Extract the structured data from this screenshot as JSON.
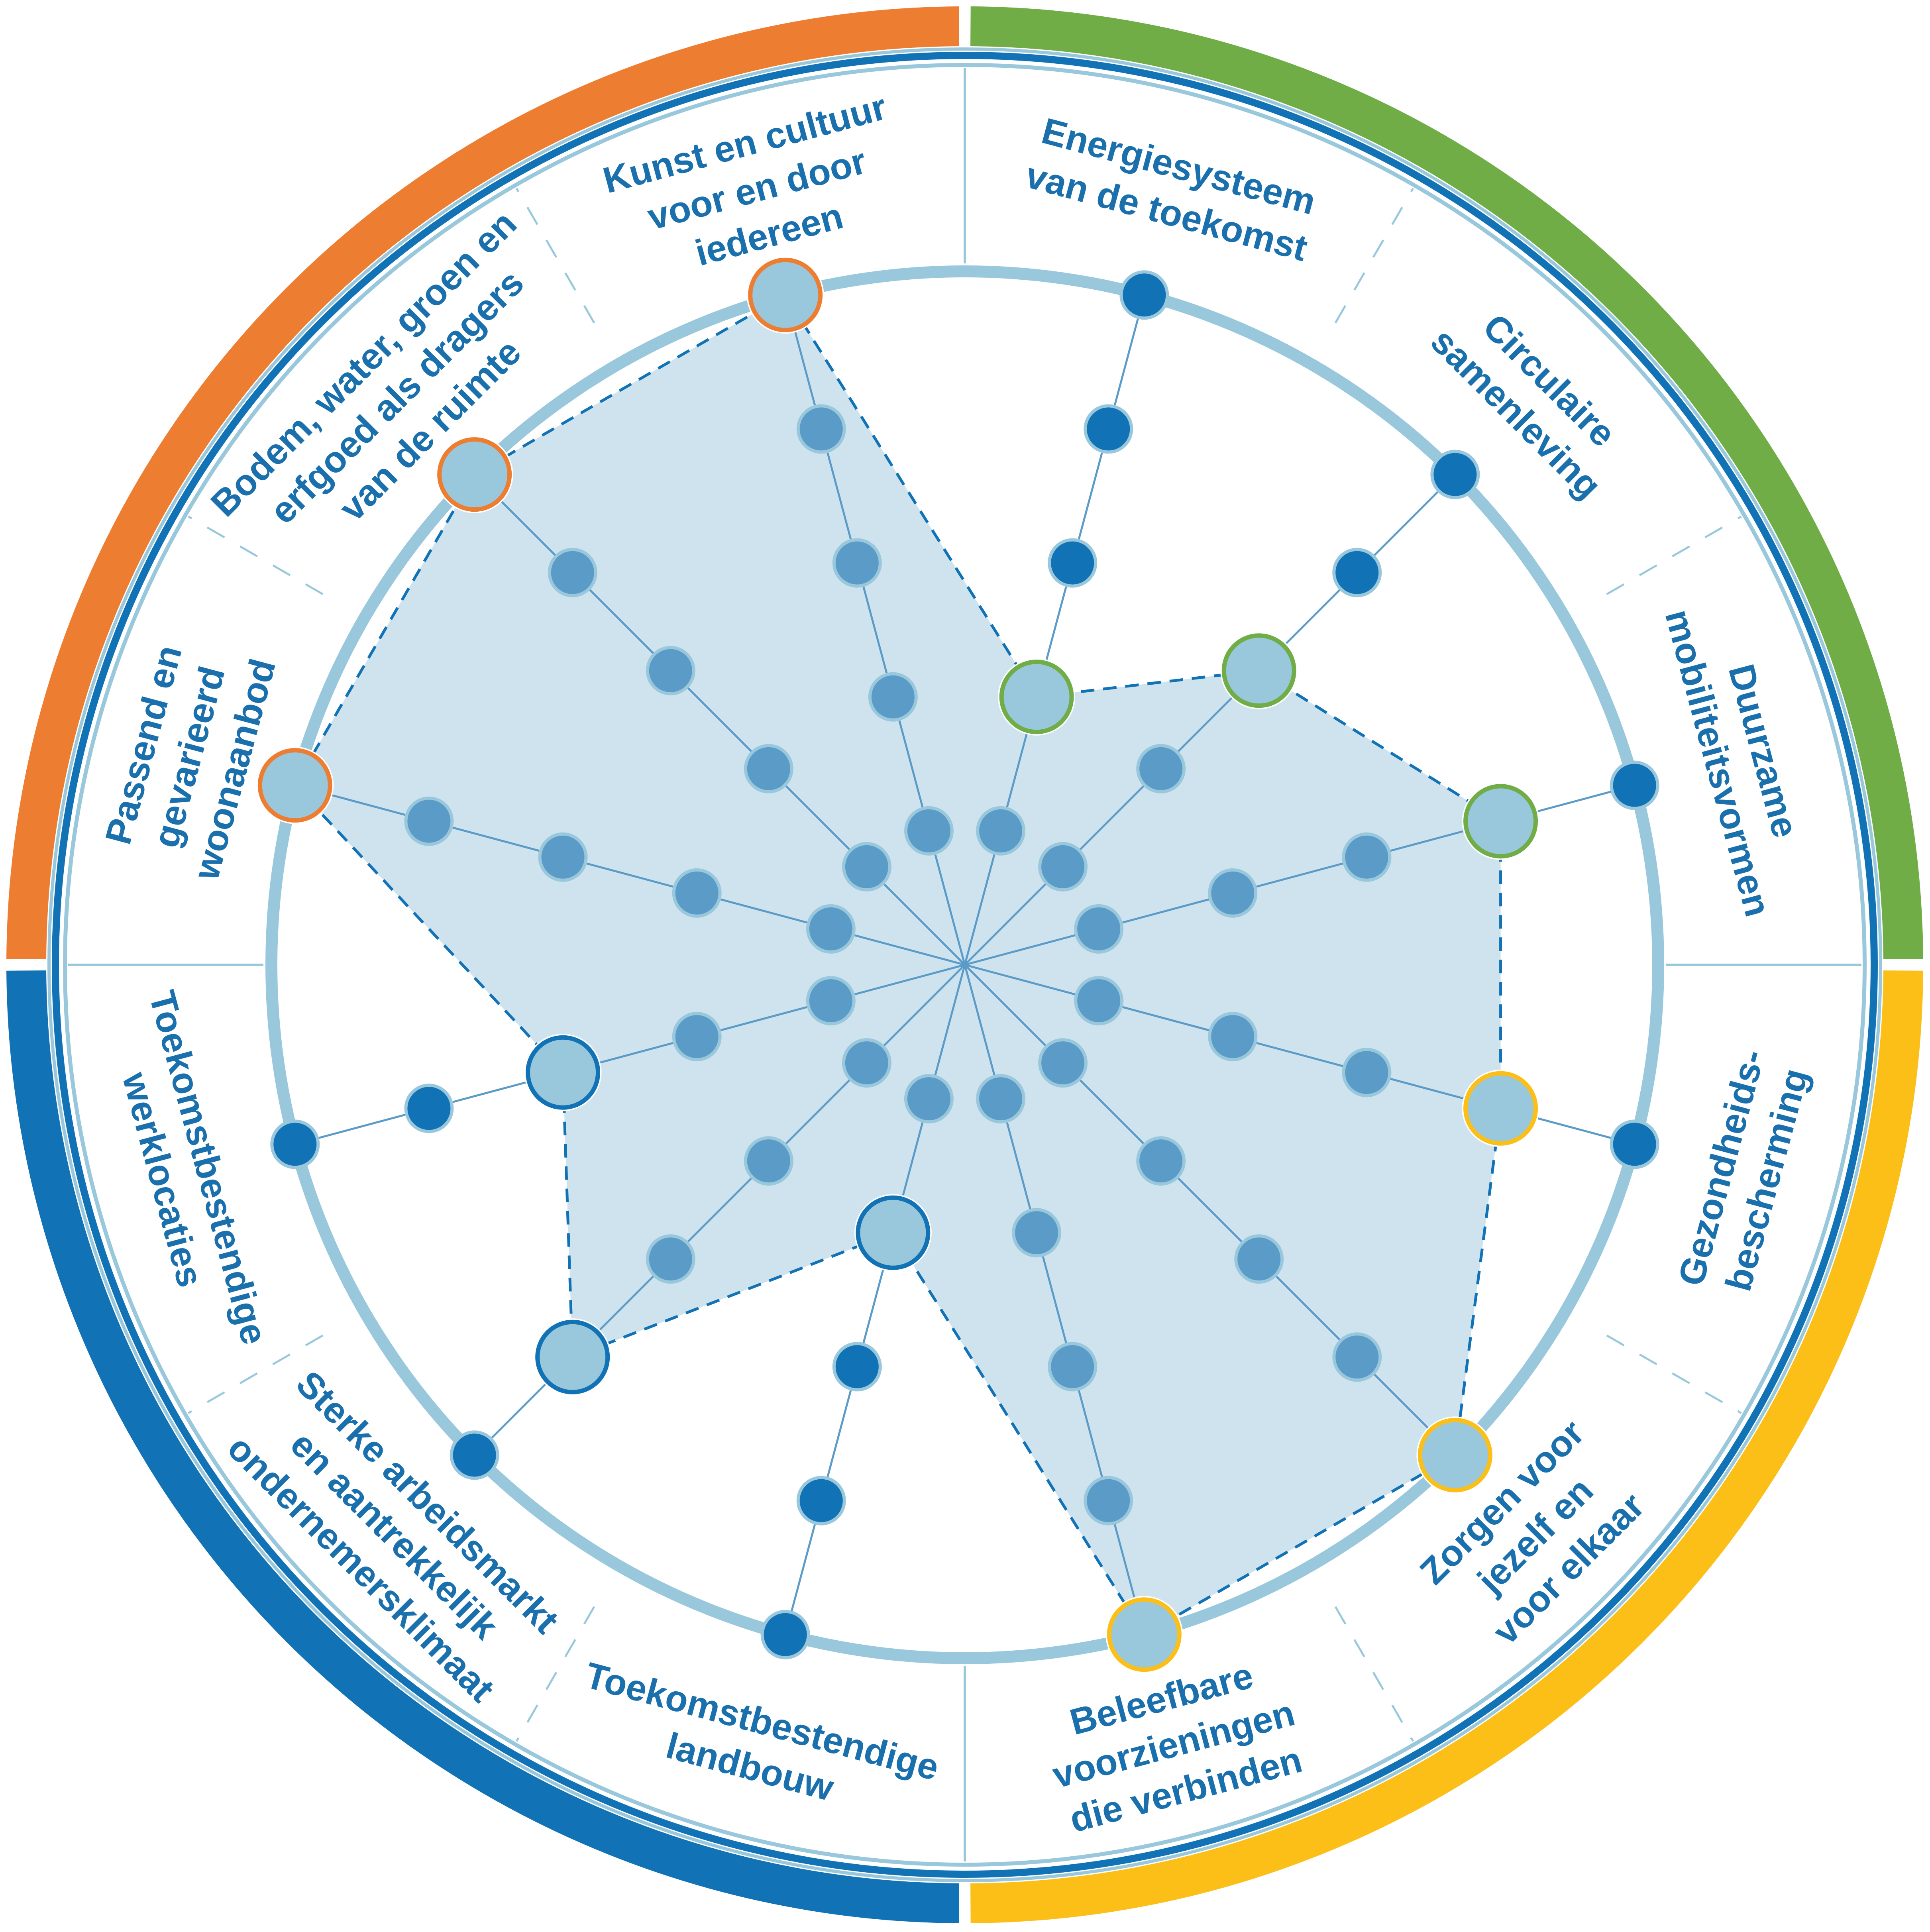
{
  "colors": {
    "orange": "#ED7D31",
    "green": "#70AD47",
    "yellow": "#FBBF18",
    "blue": "#1172B5",
    "light_blue": "#99C8DD",
    "mid_blue": "#5B9BC8",
    "fill": "#CFE3EF",
    "text": "#1A6FAD"
  },
  "quadrants": [
    {
      "color": "orange"
    },
    {
      "color": "green"
    },
    {
      "color": "yellow"
    },
    {
      "color": "blue"
    }
  ],
  "chart_data": {
    "type": "radar",
    "scale_max": 5,
    "themes": [
      {
        "lines": [
          "Energiesysteem",
          "van de toekomst"
        ],
        "value": 2,
        "group": "green"
      },
      {
        "lines": [
          "Circulaire",
          "samenleving"
        ],
        "value": 3,
        "group": "green"
      },
      {
        "lines": [
          "Duurzame",
          "mobiliteitsvormen"
        ],
        "value": 4,
        "group": "green"
      },
      {
        "lines": [
          "Gezondheids-",
          "bescherming"
        ],
        "value": 4,
        "group": "yellow"
      },
      {
        "lines": [
          "Zorgen voor",
          "jezelf en",
          "voor elkaar"
        ],
        "value": 5,
        "group": "yellow"
      },
      {
        "lines": [
          "Beleefbare",
          "voorzieningen",
          "die verbinden"
        ],
        "value": 5,
        "group": "yellow"
      },
      {
        "lines": [
          "Toekomstbestendige",
          "landbouw"
        ],
        "value": 2,
        "group": "blue"
      },
      {
        "lines": [
          "Sterke arbeidsmarkt",
          "en aantrekkelijk",
          "ondernemersklimaat"
        ],
        "value": 4,
        "group": "blue"
      },
      {
        "lines": [
          "Toekomstbestendige",
          "werklocaties"
        ],
        "value": 3,
        "group": "blue"
      },
      {
        "lines": [
          "Passend en",
          "gevarieerd",
          "woonaanbod"
        ],
        "value": 5,
        "group": "orange"
      },
      {
        "lines": [
          "Bodem, water, groen en",
          "erfgoed als dragers",
          "van de ruimte"
        ],
        "value": 5,
        "group": "orange"
      },
      {
        "lines": [
          "Kunst en cultuur",
          "voor en door",
          "iedereen"
        ],
        "value": 5,
        "group": "orange"
      }
    ]
  }
}
